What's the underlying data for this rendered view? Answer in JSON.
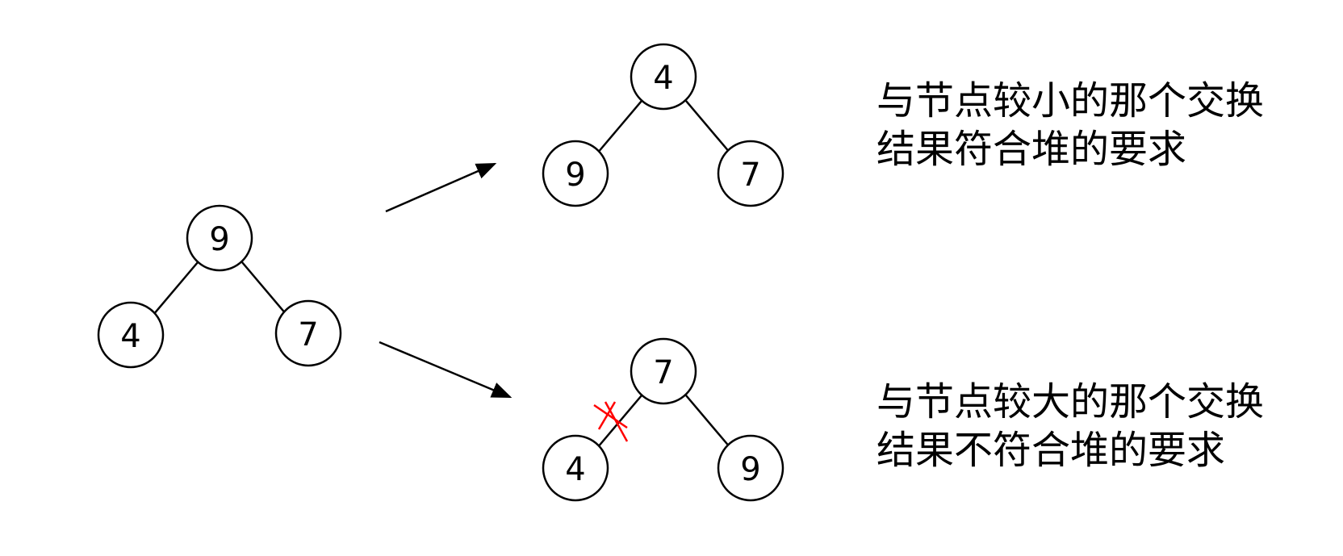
{
  "trees": {
    "original": {
      "root": "9",
      "left": "4",
      "right": "7"
    },
    "swap_smaller": {
      "root": "4",
      "left": "9",
      "right": "7"
    },
    "swap_larger": {
      "root": "7",
      "left": "4",
      "right": "9"
    }
  },
  "captions": {
    "top": {
      "line1": "与节点较小的那个交换",
      "line2": "结果符合堆的要求"
    },
    "bottom": {
      "line1": "与节点较大的那个交换",
      "line2": "结果不符合堆的要求"
    }
  },
  "colors": {
    "stroke": "#000000",
    "invalid_mark": "#ff0000"
  }
}
